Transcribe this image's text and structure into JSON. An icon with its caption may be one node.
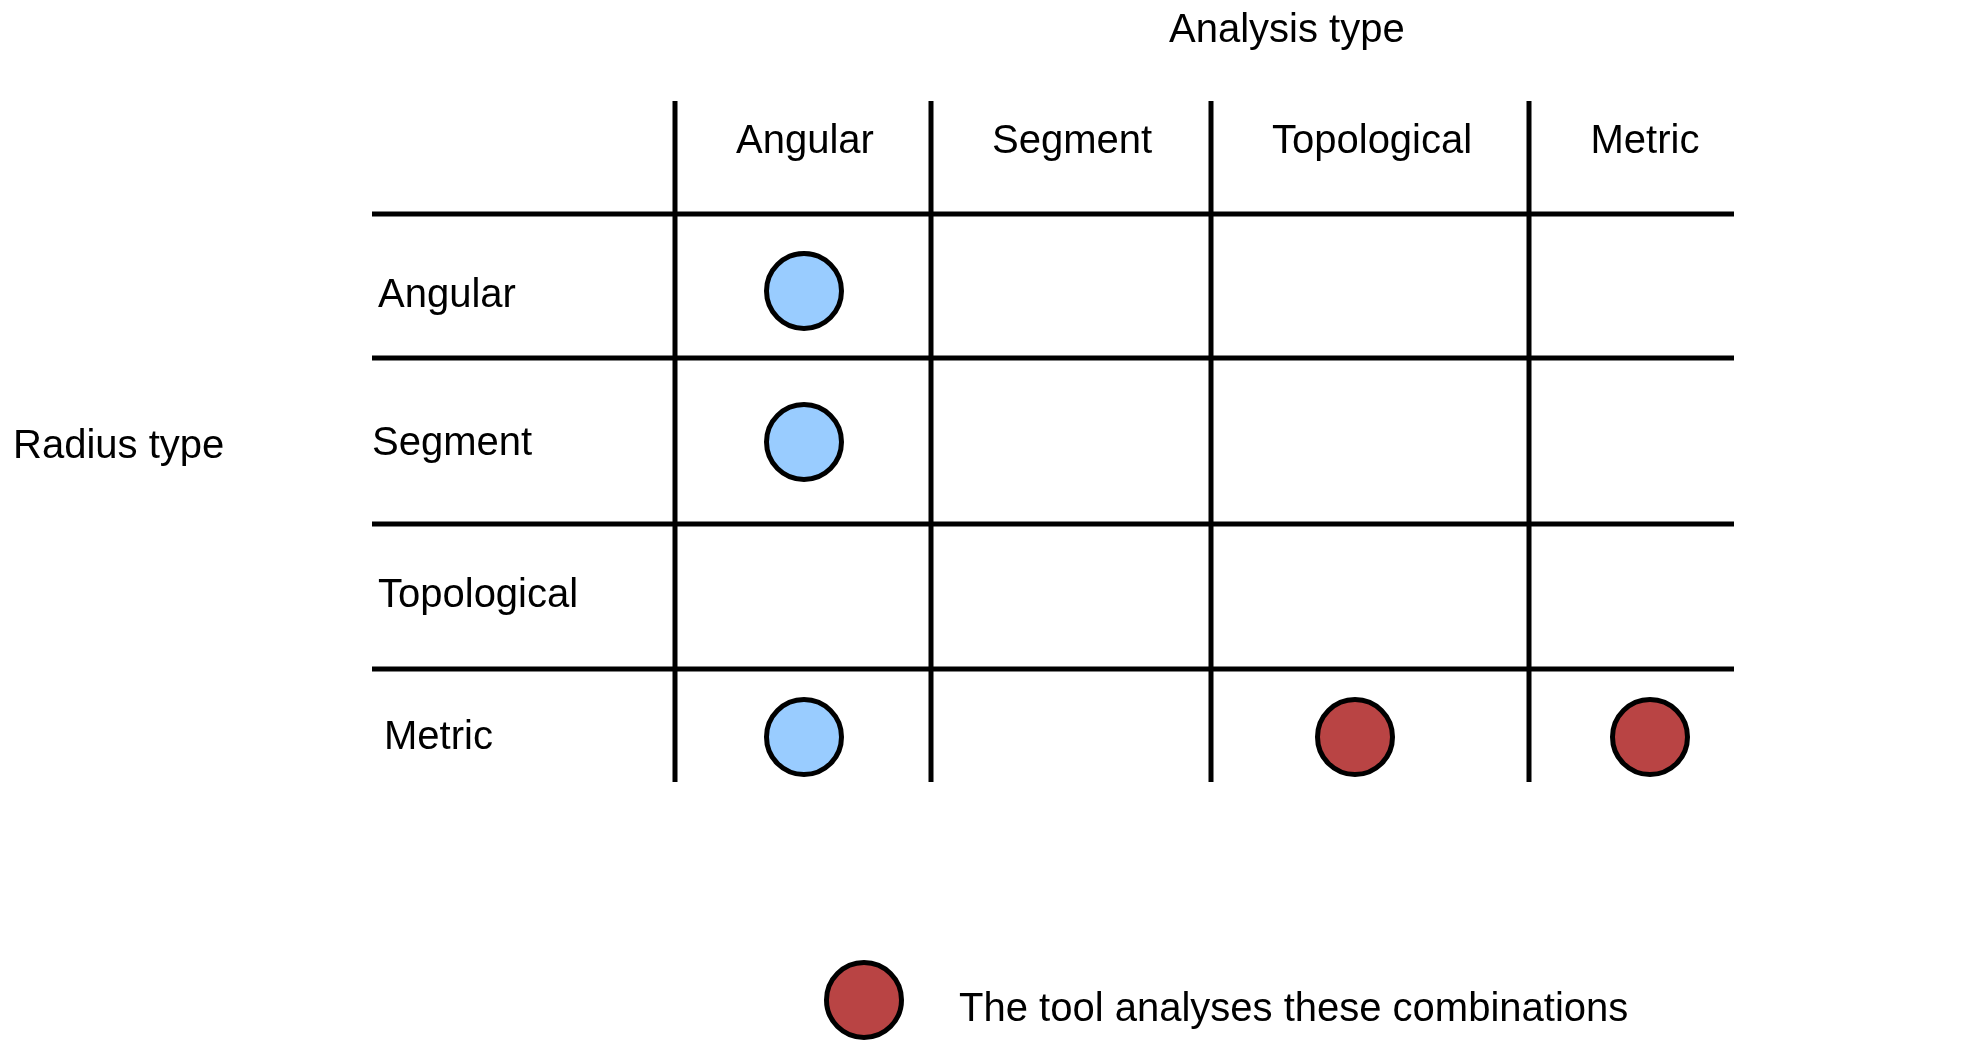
{
  "diagram": {
    "nodes": [
      {
        "text": [],
        "shape": "circle"
      },
      {
        "text": [],
        "shape": "circle"
      },
      {
        "text": [],
        "shape": "circle"
      },
      {
        "text": [],
        "shape": "circle"
      },
      {
        "text": [],
        "shape": "circle"
      }
    ],
    "labels": [
      "Analysis type",
      "Angular",
      "Segment",
      "Topological",
      "Metric",
      "Radius type",
      "Angular",
      "Segment",
      "Topological",
      "Metric"
    ],
    "legend": [
      {
        "text": "The tool analyses these combinations",
        "color": "#b94444"
      }
    ]
  }
}
